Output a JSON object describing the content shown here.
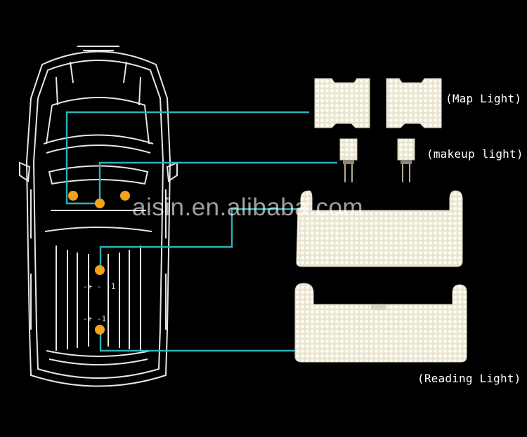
{
  "labels": {
    "map_light": "(Map Light)",
    "makeup_light": "(makeup light)",
    "reading_light": "(Reading Light)"
  },
  "watermark": "aisin.en.alibaba.com",
  "colors": {
    "background": "#000000",
    "car_outline": "#e8e8e8",
    "connector_line": "#2ab3b8",
    "light_dot": "#f2a21d",
    "led_panel": "#f4f1e3"
  }
}
